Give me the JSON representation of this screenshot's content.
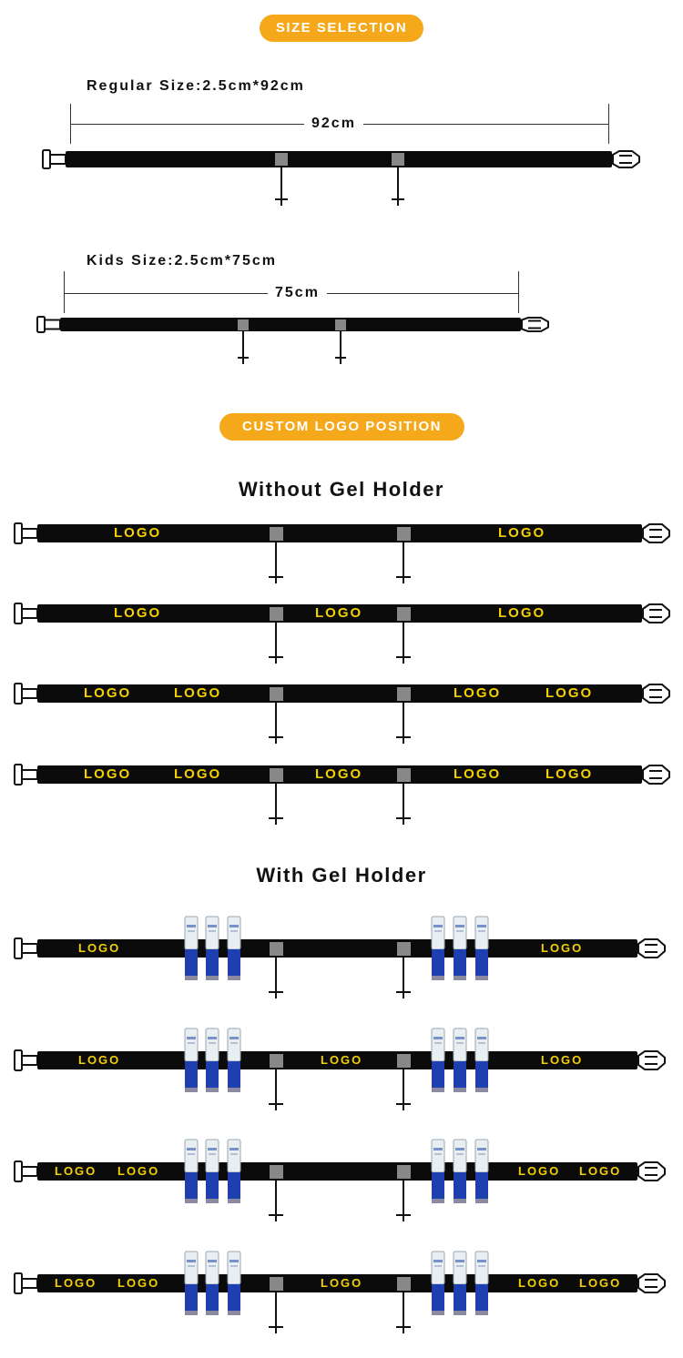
{
  "sections": {
    "size_selection": "SIZE SELECTION",
    "custom_logo": "CUSTOM LOGO POSITION"
  },
  "sizes": {
    "regular": {
      "label": "Regular Size:2.5cm*92cm",
      "length": "92cm"
    },
    "kids": {
      "label": "Kids Size:2.5cm*75cm",
      "length": "75cm"
    }
  },
  "headings": {
    "without_gel": "Without Gel Holder",
    "with_gel": "With Gel Holder"
  },
  "logo_text": "LOGO",
  "colors": {
    "accent": "#f6a81b",
    "belt": "#0b0b0b",
    "logo": "#f5d000",
    "gel_blue": "#1f3fb0"
  }
}
